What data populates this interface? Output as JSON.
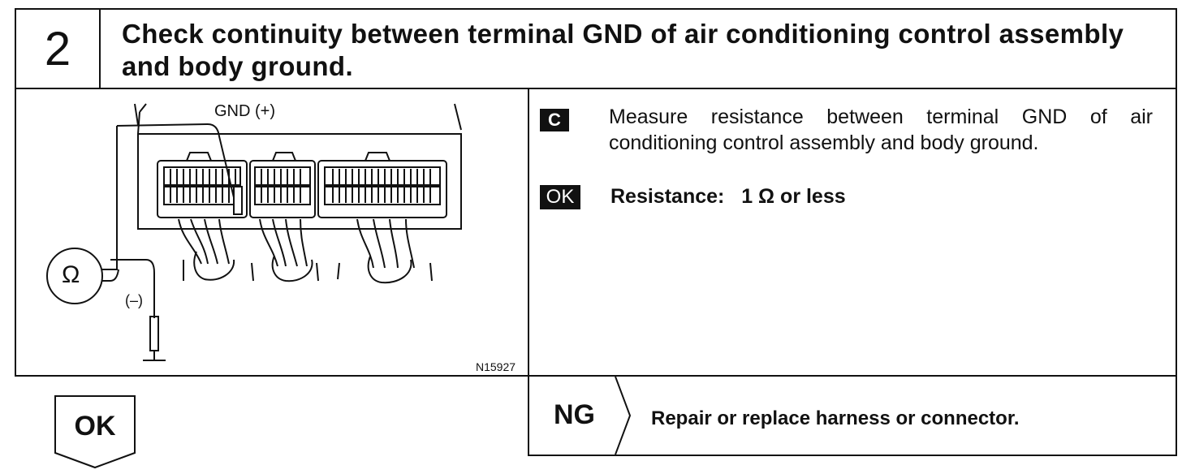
{
  "step": {
    "number": "2"
  },
  "title": "Check continuity between terminal GND of air conditioning control assembly and body ground.",
  "illustration": {
    "label_gnd": "GND (+)",
    "label_minus": "(–)",
    "meter_symbol": "Ω",
    "figure_id": "N15927"
  },
  "instructions": {
    "c_badge": "C",
    "measure_text": "Measure resistance between terminal GND of air conditioning control assembly and body ground.",
    "ok_badge": "OK",
    "resistance_label": "Resistance:",
    "resistance_value": "1 Ω or less"
  },
  "ng": {
    "label": "NG",
    "action": "Repair or replace harness or connector."
  },
  "ok_arrow": {
    "label": "OK"
  }
}
